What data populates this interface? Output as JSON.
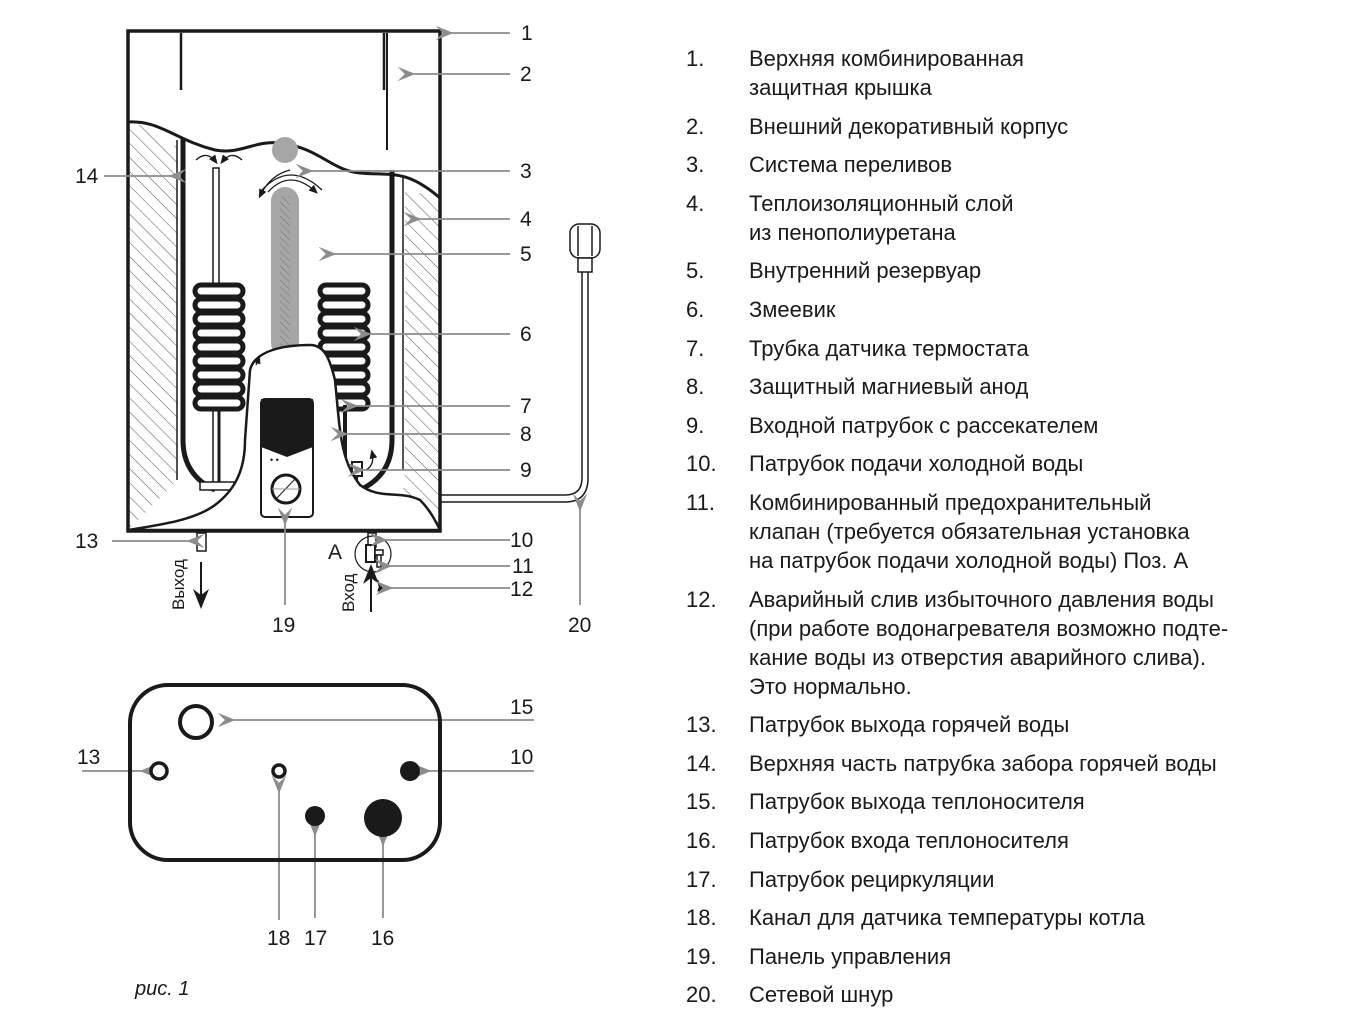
{
  "figure": {
    "caption": "рис. 1",
    "callouts": {
      "c1": "1",
      "c2": "2",
      "c3": "3",
      "c4": "4",
      "c5": "5",
      "c6": "6",
      "c7": "7",
      "c8": "8",
      "c9": "9",
      "c10": "10",
      "c11": "11",
      "c12": "12",
      "c13": "13",
      "c14": "14",
      "c19": "19",
      "c20": "20",
      "b15": "15",
      "b13": "13",
      "b10": "10",
      "b18": "18",
      "b17": "17",
      "b16": "16"
    },
    "position_label": "A",
    "outlet_label": "Выход",
    "inlet_label": "Вход"
  },
  "legend": {
    "items": [
      {
        "num": "1.",
        "text": "Верхняя комбинированная\nзащитная крышка"
      },
      {
        "num": "2.",
        "text": "Внешний декоративный корпус"
      },
      {
        "num": "3.",
        "text": "Система переливов"
      },
      {
        "num": "4.",
        "text": "Теплоизоляционный слой\nиз пенополиуретана"
      },
      {
        "num": "5.",
        "text": "Внутренний резервуар"
      },
      {
        "num": "6.",
        "text": "Змеевик"
      },
      {
        "num": "7.",
        "text": "Трубка датчика термостата"
      },
      {
        "num": "8.",
        "text": "Защитный магниевый анод"
      },
      {
        "num": "9.",
        "text": "Входной патрубок с рассекателем"
      },
      {
        "num": "10.",
        "text": "Патрубок подачи холодной воды"
      },
      {
        "num": "11.",
        "text": "Комбинированный предохранительный\nклапан (требуется обязательная установка\nна патрубок подачи холодной воды) Поз. А"
      },
      {
        "num": "12.",
        "text": "Аварийный слив избыточного давления воды\n(при работе водонагревателя возможно подте-\nкание воды из отверстия аварийного слива).\nЭто нормально."
      },
      {
        "num": "13.",
        "text": "Патрубок выхода горячей воды"
      },
      {
        "num": "14.",
        "text": "Верхняя часть патрубка забора горячей воды"
      },
      {
        "num": "15.",
        "text": "Патрубок выхода теплоносителя"
      },
      {
        "num": "16.",
        "text": "Патрубок входа теплоносителя"
      },
      {
        "num": "17.",
        "text": "Патрубок рециркуляции"
      },
      {
        "num": "18.",
        "text": "Канал для датчика температуры котла"
      },
      {
        "num": "19.",
        "text": "Панель управления"
      },
      {
        "num": "20.",
        "text": "Сетевой шнур"
      }
    ]
  },
  "colors": {
    "line": "#1a1a1a",
    "leader": "#8c8c8c",
    "anode": "#a6a6a6"
  }
}
